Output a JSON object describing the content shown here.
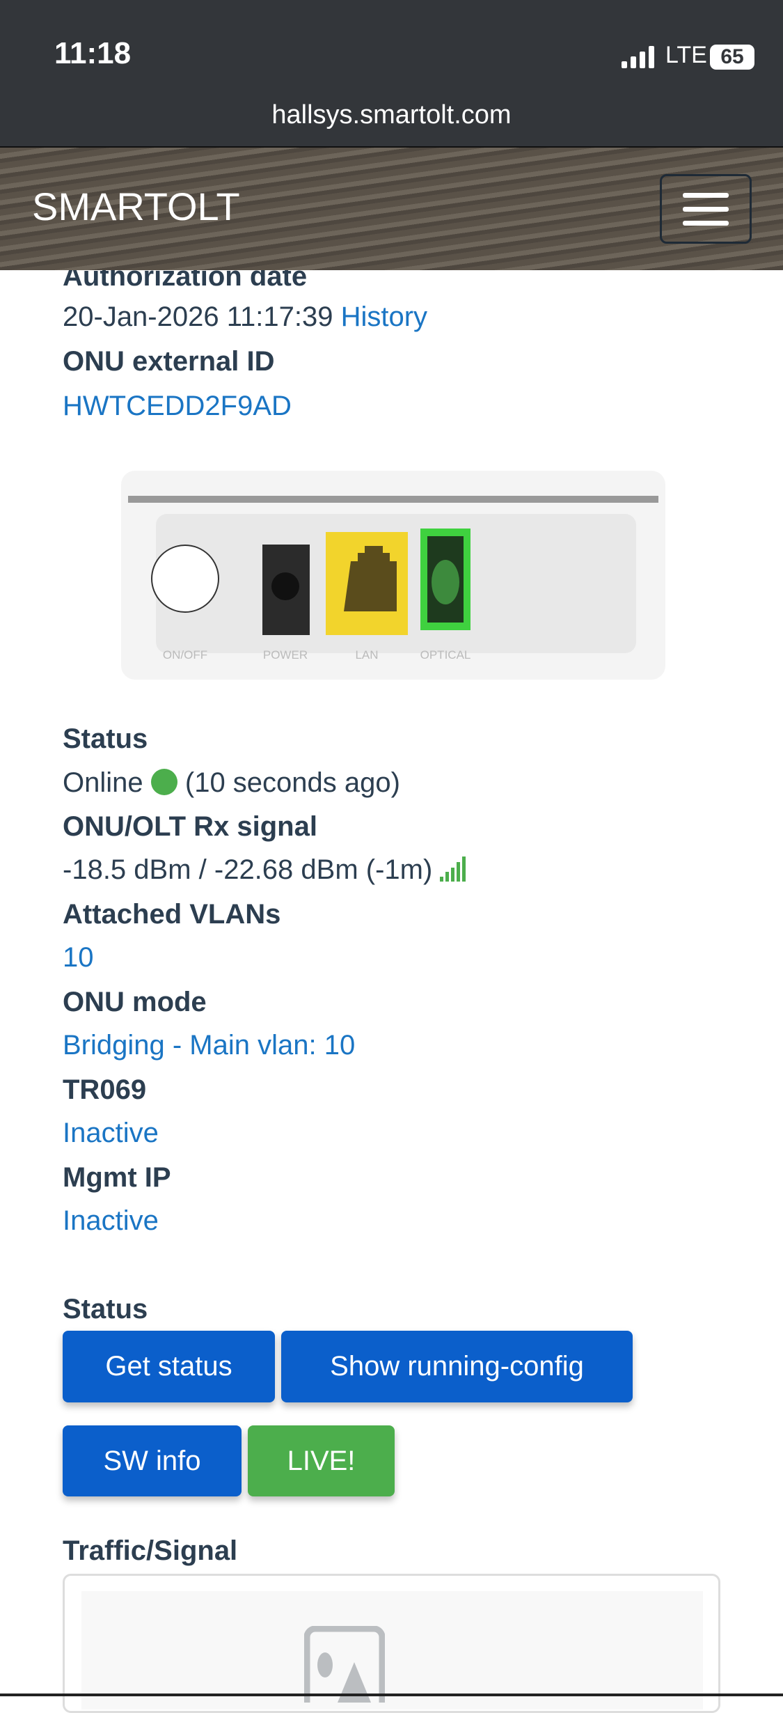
{
  "status_bar": {
    "time": "11:18",
    "network": "LTE",
    "battery": "65",
    "url": "hallsys.smartolt.com"
  },
  "header": {
    "brand": "SMARTOLT"
  },
  "details": {
    "auth_label": "Authorization date",
    "auth_value": "20-Jan-2026 11:17:39",
    "history_link": "History",
    "ext_id_label": "ONU external ID",
    "ext_id_value": "HWTCEDD2F9AD",
    "device_ports": [
      "ON/OFF",
      "POWER",
      "LAN",
      "OPTICAL"
    ],
    "status_label": "Status",
    "status_value": "Online",
    "status_ago": "(10 seconds ago)",
    "signal_label": "ONU/OLT Rx signal",
    "signal_value": "-18.5 dBm / -22.68 dBm (-1m)",
    "vlans_label": "Attached VLANs",
    "vlans_value": "10",
    "mode_label": "ONU mode",
    "mode_value": "Bridging - Main vlan: 10",
    "tr069_label": "TR069",
    "tr069_value": "Inactive",
    "mgmt_label": "Mgmt IP",
    "mgmt_value": "Inactive"
  },
  "actions": {
    "heading": "Status",
    "get_status": "Get status",
    "running_config": "Show running-config",
    "sw_info": "SW info",
    "live": "LIVE!"
  },
  "traffic": {
    "heading": "Traffic/Signal"
  },
  "colors": {
    "link": "#1a75c4",
    "button_blue": "#0b5fcb",
    "button_green": "#4cae4c",
    "online": "#4cae4c"
  }
}
